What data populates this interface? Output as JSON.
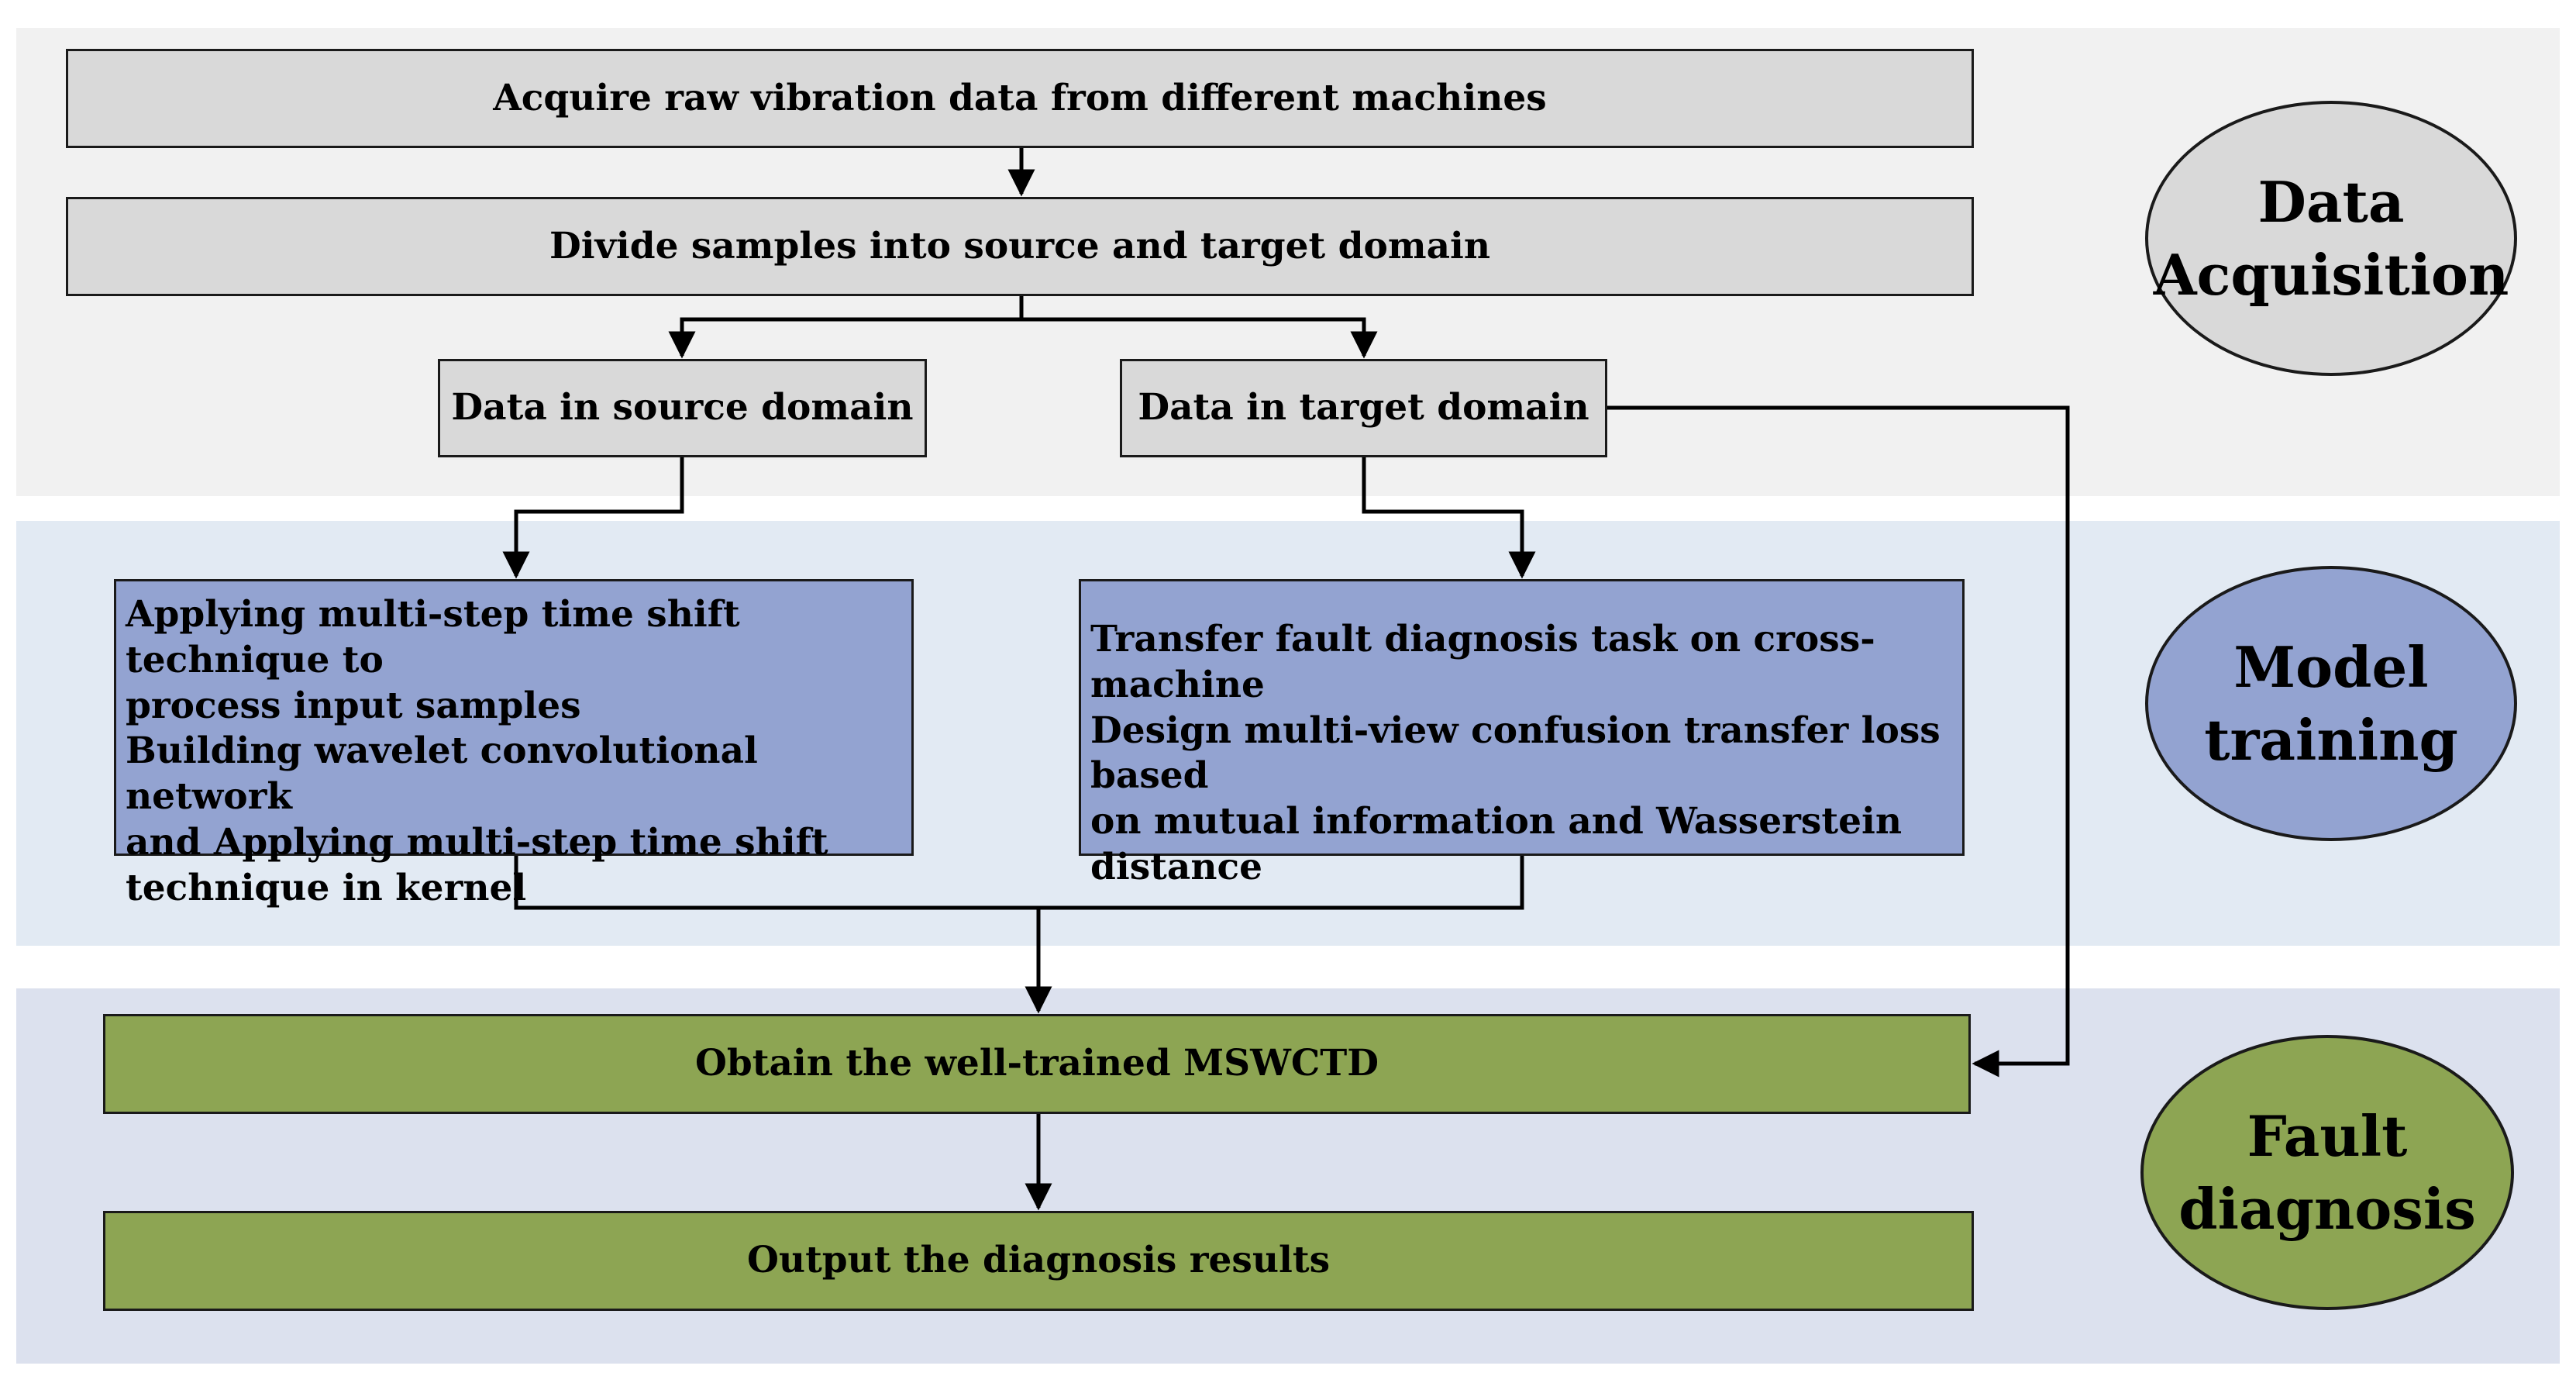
{
  "stages": {
    "acquisition": {
      "boxes": {
        "acquire": "Acquire raw vibration data from different machines",
        "divide": "Divide samples into source and target domain",
        "source": "Data in source domain",
        "target": "Data in target domain"
      },
      "label_line1": "Data",
      "label_line2": "Acquisition"
    },
    "training": {
      "left_box": [
        "Applying multi-step time shift technique to",
        "process input samples",
        "Building wavelet convolutional network",
        "and Applying multi-step time shift",
        "technique in kernel"
      ],
      "right_box": [
        "Transfer fault diagnosis task on cross-machine",
        "",
        "Design multi-view confusion transfer loss based",
        "on mutual information and Wasserstein distance"
      ],
      "label_line1": "Model",
      "label_line2": "training"
    },
    "diagnosis": {
      "boxes": {
        "obtain": "Obtain the well-trained MSWCTD",
        "output": "Output the diagnosis results"
      },
      "label_line1": "Fault",
      "label_line2": "diagnosis"
    }
  },
  "colors": {
    "band_acquisition": "#f1f1f1",
    "band_training": "#e2eaf3",
    "band_diagnosis": "#dce1ee",
    "box_gray": "#d9d9d9",
    "box_blue": "#93a3d1",
    "box_green": "#8da553"
  }
}
